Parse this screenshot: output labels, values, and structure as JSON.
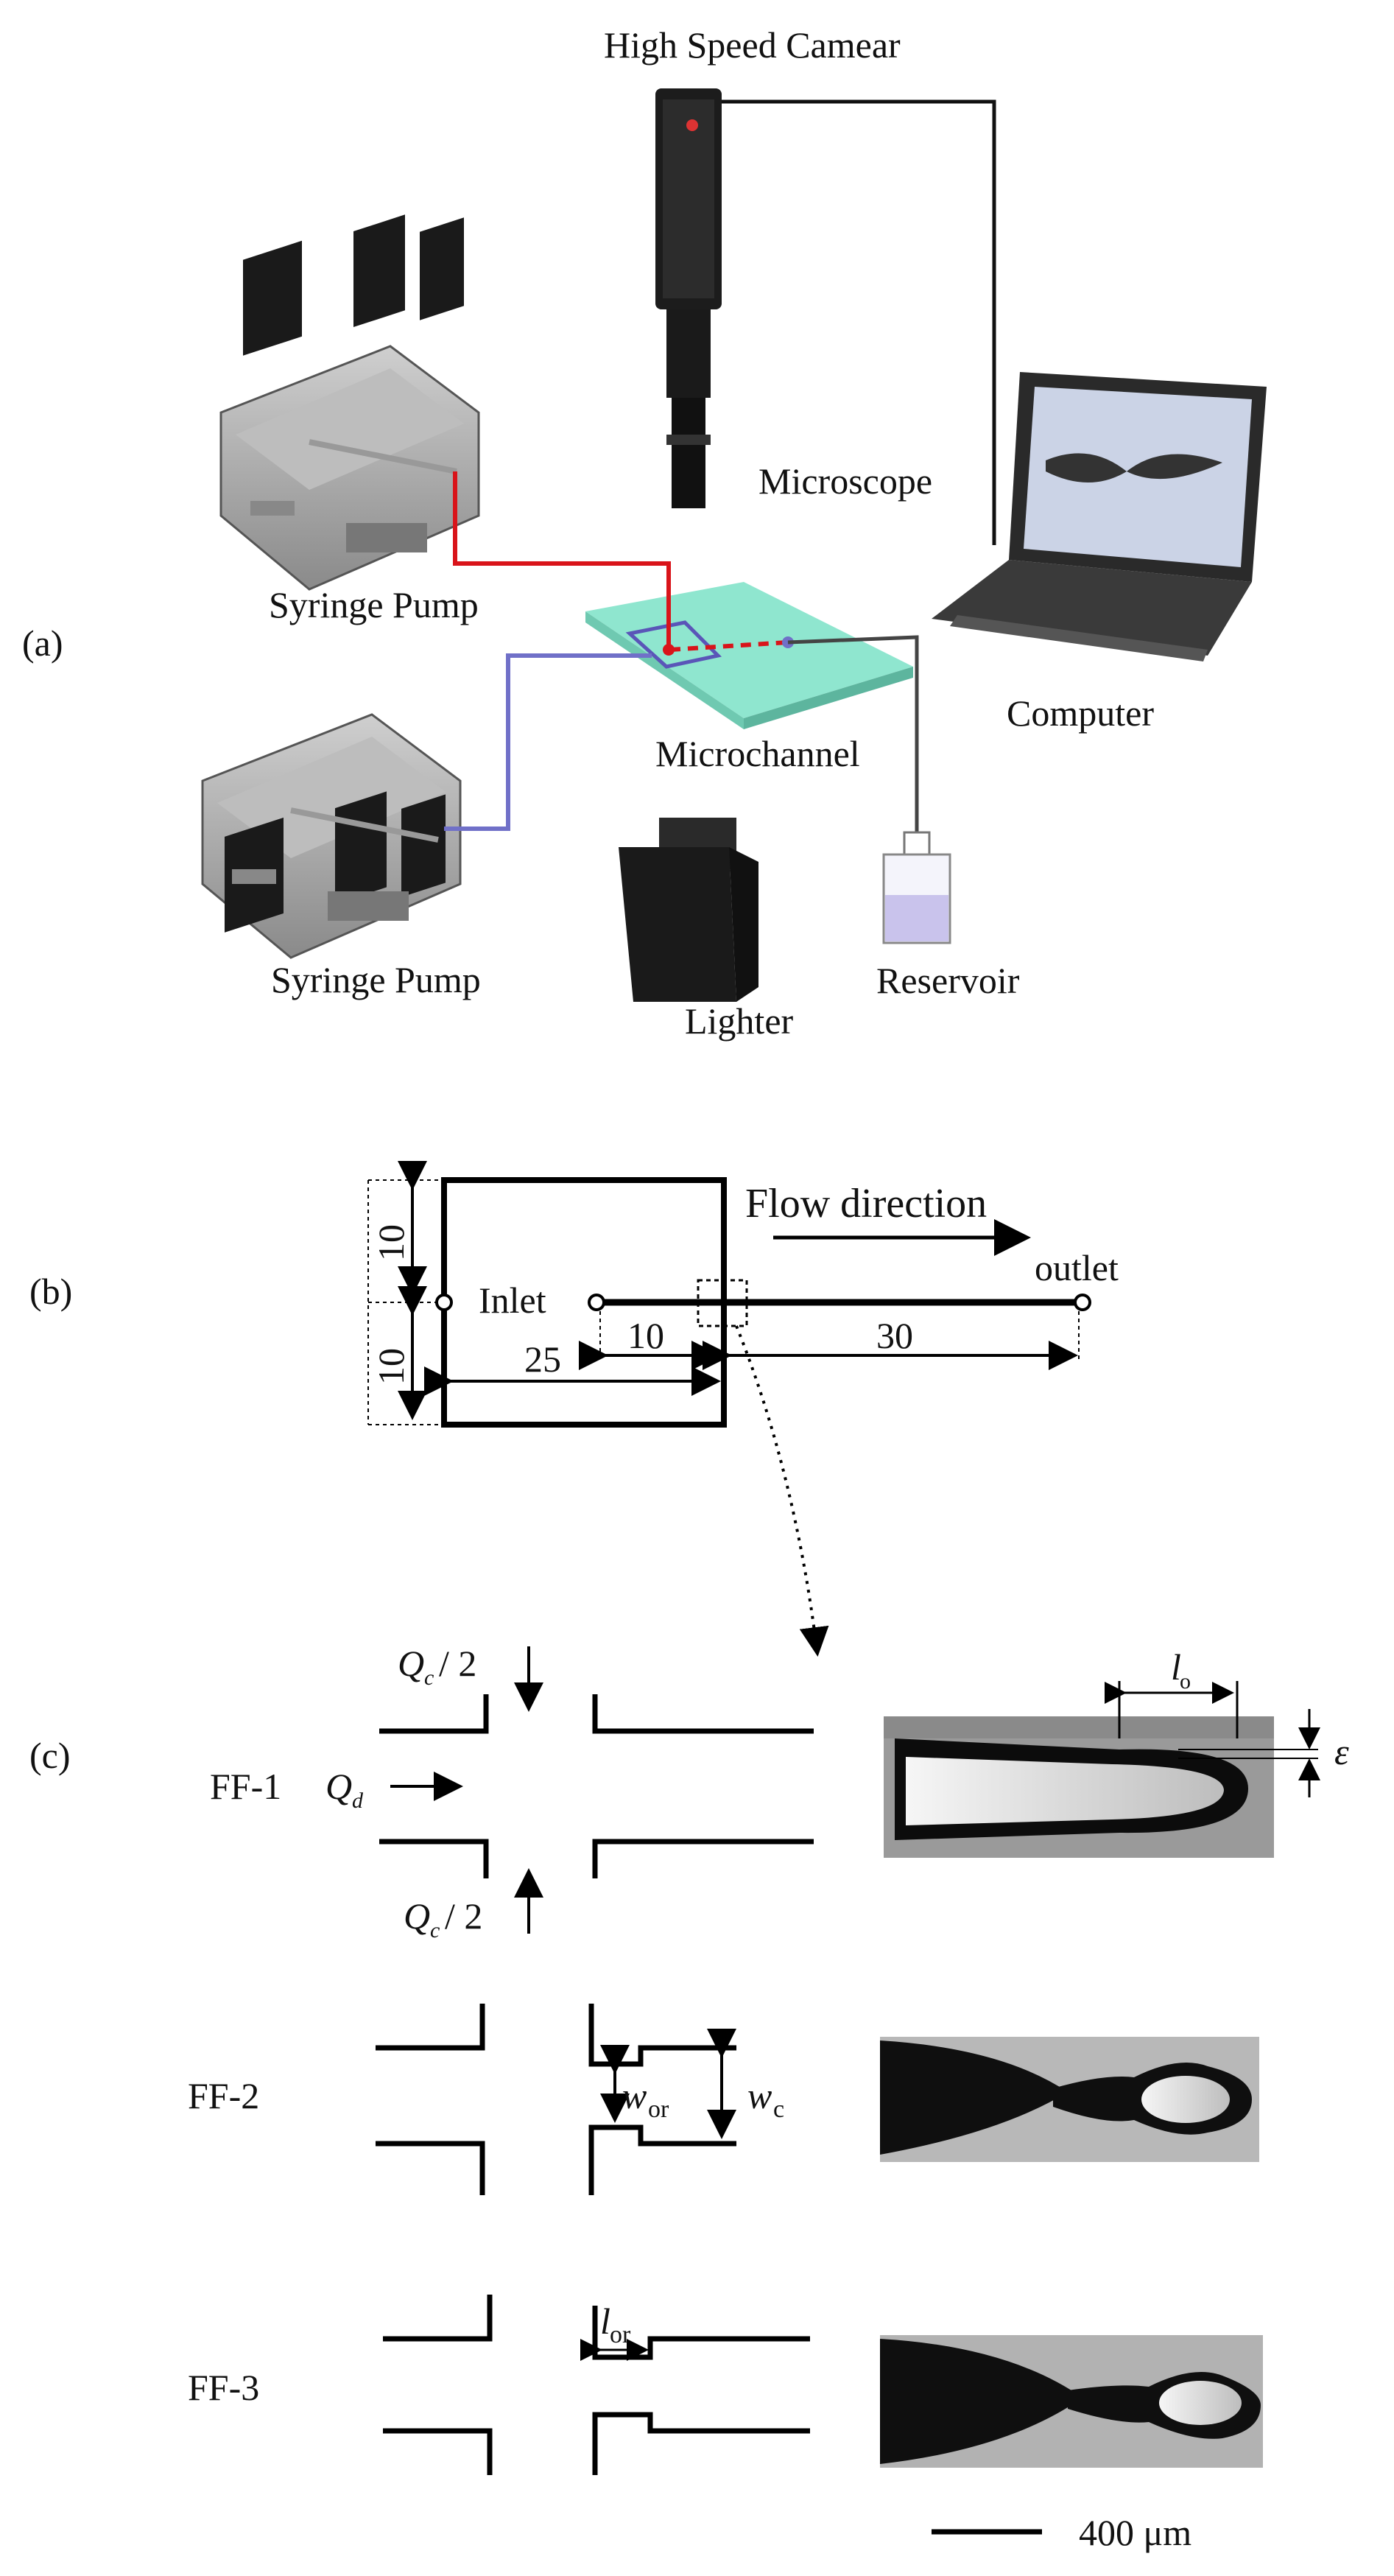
{
  "panel_a": {
    "label": "(a)",
    "camera": "High Speed Camear",
    "microscope": "Microscope",
    "computer": "Computer",
    "pump_top": "Syringe Pump",
    "pump_bottom": "Syringe Pump",
    "microchannel": "Microchannel",
    "reservoir": "Reservoir",
    "lighter": "Lighter",
    "colors": {
      "continuous_line": "#d9141a",
      "dispersed_line": "#7070c8",
      "chip": "#8fe6cf"
    }
  },
  "panel_b": {
    "label": "(b)",
    "flow_direction": "Flow direction",
    "inlet": "Inlet",
    "outlet": "outlet",
    "dim_top": "10",
    "dim_bottom": "10",
    "dim_width": "25",
    "dim_inner": "10",
    "dim_outlet": "30"
  },
  "panel_c": {
    "label": "(c)",
    "ff1": "FF-1",
    "ff2": "FF-2",
    "ff3": "FF-3",
    "q_c": "Q",
    "q_c_sub": "c",
    "q_half": " / 2",
    "q_d": "Q",
    "q_d_sub": "d",
    "w_or": "w",
    "w_or_sub": "or",
    "w_c": "w",
    "w_c_sub": "c",
    "l_o": "l",
    "l_o_sub": "o",
    "l_or": "l",
    "l_or_sub": "or",
    "epsilon": "ε",
    "scale_bar": "400 μm"
  }
}
